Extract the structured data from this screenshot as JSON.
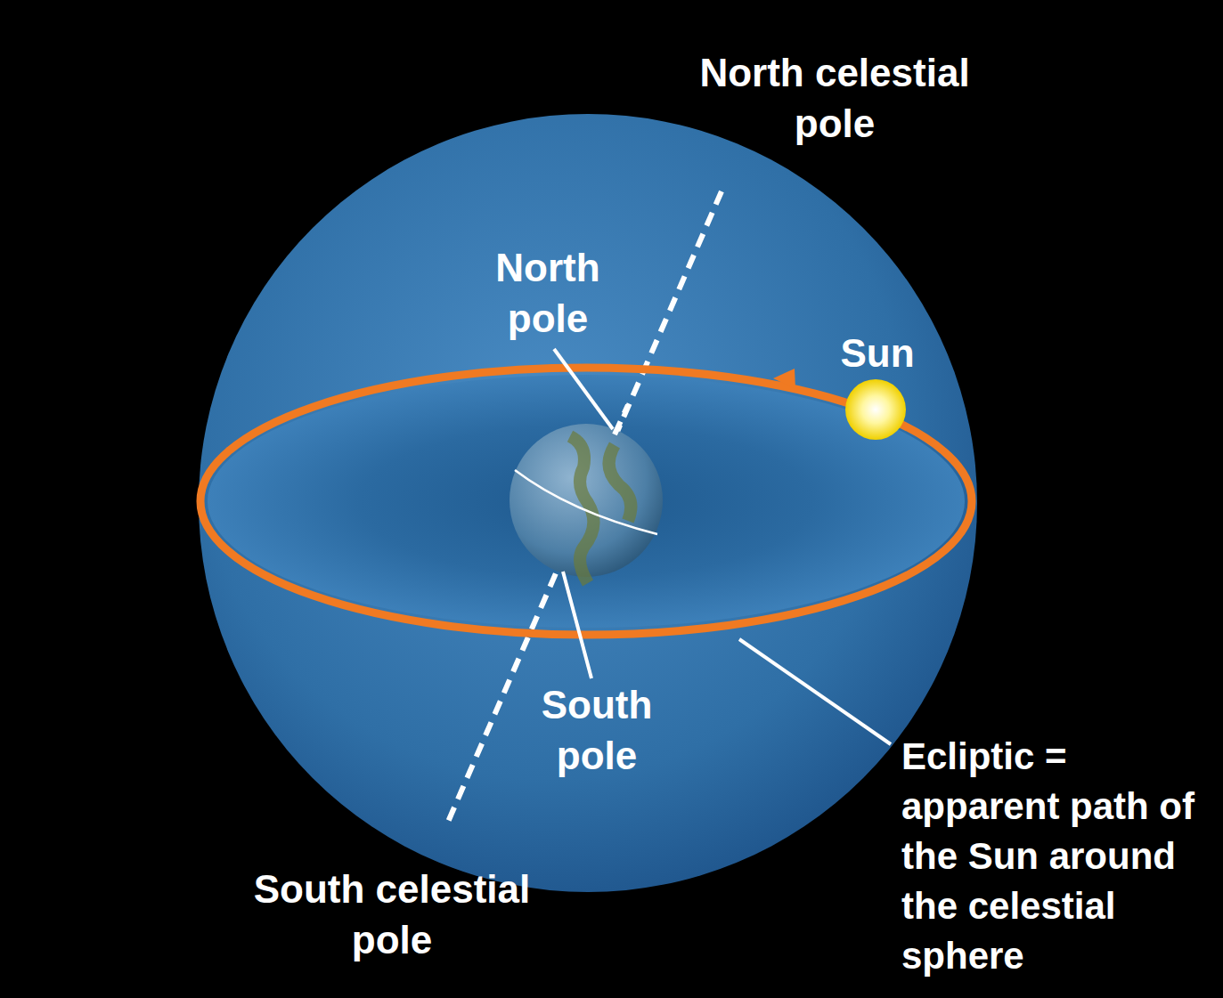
{
  "diagram": {
    "labels": [
      "North celestial pole",
      "North pole",
      "Sun",
      "South pole",
      "South celestial pole",
      "Ecliptic = apparent path of the Sun around the celestial sphere"
    ]
  }
}
